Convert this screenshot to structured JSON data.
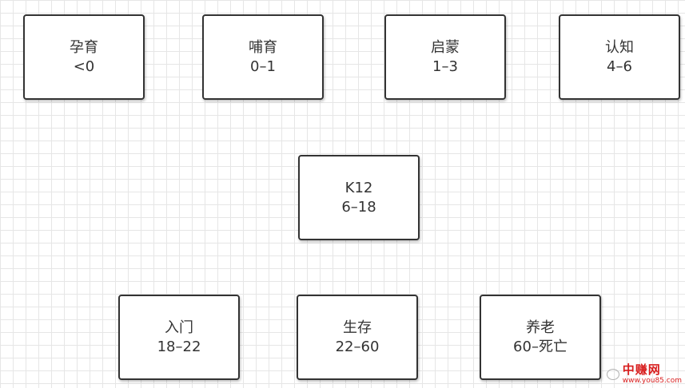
{
  "nodes": [
    {
      "label": "孕育",
      "range": "<0"
    },
    {
      "label": "哺育",
      "range": "0–1"
    },
    {
      "label": "启蒙",
      "range": "1–3"
    },
    {
      "label": "认知",
      "range": "4–6"
    },
    {
      "label": "K12",
      "range": "6–18"
    },
    {
      "label": "入门",
      "range": "18–22"
    },
    {
      "label": "生存",
      "range": "22–60"
    },
    {
      "label": "养老",
      "range": "60–死亡"
    }
  ],
  "watermark": {
    "name": "中赚网",
    "url": "www.you85.com",
    "icon": "wechat-icon",
    "color": "#d81e1e"
  },
  "colors": {
    "grid": "#e6e6e6",
    "border": "#333333",
    "text": "#333333"
  }
}
